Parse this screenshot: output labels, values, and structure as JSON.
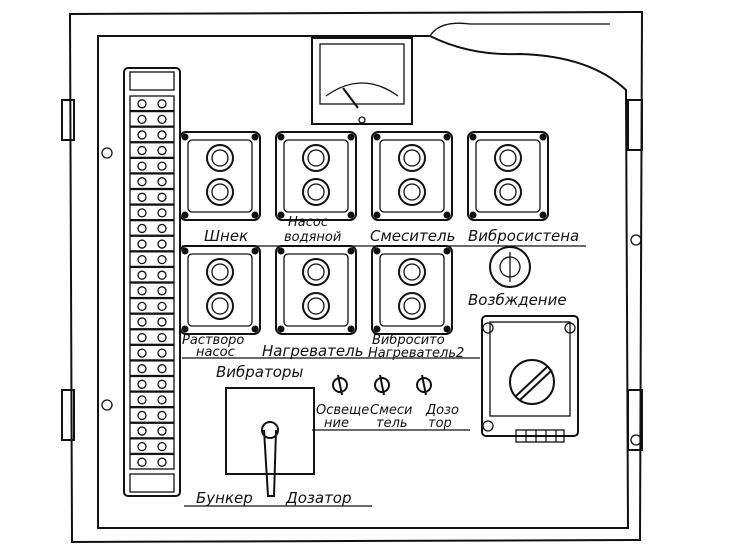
{
  "labels": {
    "shnek": "Шнек",
    "nasos_line1": "Насос",
    "nasos_line2": "водяной",
    "smesitel": "Смеситель",
    "vibrosistema": "Вибросистена",
    "vozbuzhdenie": "Возбждение",
    "rastvoro_line1": "Растворо",
    "rastvoro_line2": "насос",
    "nagrevatel": "Нагреватель",
    "vibrosito_line1": "Вибросито",
    "vibrosito_line2": "Нагреватель2",
    "vibratory": "Вибраторы",
    "osveshchenie_line1": "Освеще",
    "osveshchenie_line2": "ние",
    "smesitel_switch_line1": "Смеси",
    "smesitel_switch_line2": "тель",
    "dozator_switch_line1": "Дозо",
    "dozator_switch_line2": "тор",
    "bunker": "Бункер",
    "dozator": "Дозатор"
  },
  "terminal_block": {
    "terminal_count": 24
  },
  "pushbutton_stations": {
    "count": 7,
    "buttons_per_station": 2
  },
  "colors": {
    "ink": "#111111",
    "paper": "#ffffff"
  }
}
